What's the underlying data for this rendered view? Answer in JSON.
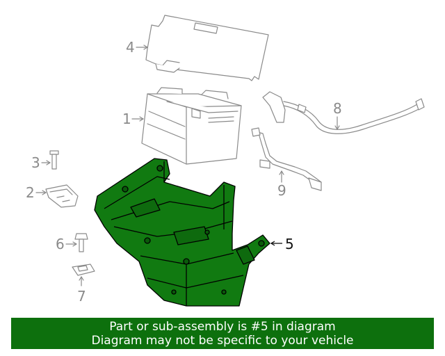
{
  "diagram": {
    "highlight_color": "#117a11",
    "callouts": [
      "1",
      "2",
      "3",
      "4",
      "5",
      "6",
      "7",
      "8",
      "9"
    ],
    "highlighted_callout": "5"
  },
  "banner": {
    "line1": "Part or sub-assembly is #5 in diagram",
    "line2": "Diagram may not be specific to your vehicle",
    "background": "#0d700d"
  }
}
